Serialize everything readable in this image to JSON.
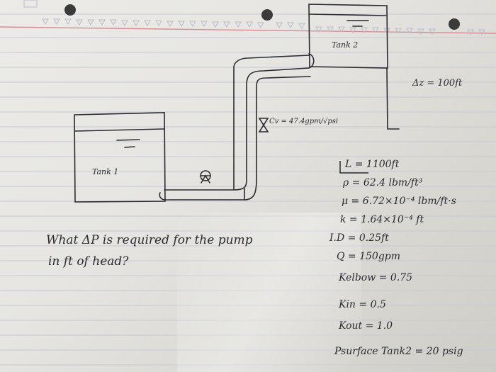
{
  "notebook": {
    "tank1_label": "Tank 1",
    "tank2_label": "Tank 2",
    "pump_symbol": "\"⊕\"",
    "cv_label": "Cv = 47.4gpm/√psi",
    "delta_z": "Δz = 100ft",
    "question_line1": "What ΔP is required for the pump",
    "question_line2": "in ft of head?",
    "givens": [
      "L = 1100ft",
      "ρ = 62.4 lbm/ft³",
      "μ = 6.72×10⁻⁴ lbm/ft·s",
      "k = 1.64×10⁻⁴ ft",
      "I.D = 0.25ft",
      "Q = 150gpm",
      "Kelbow = 0.75",
      "Kin = 0.5",
      "Kout = 1.0",
      "Psurface Tank2 = 20 psig"
    ]
  },
  "colors": {
    "ink": "#2b2b31",
    "margin_line": "#d98b95",
    "ruled_line": "#c7cbd6"
  }
}
